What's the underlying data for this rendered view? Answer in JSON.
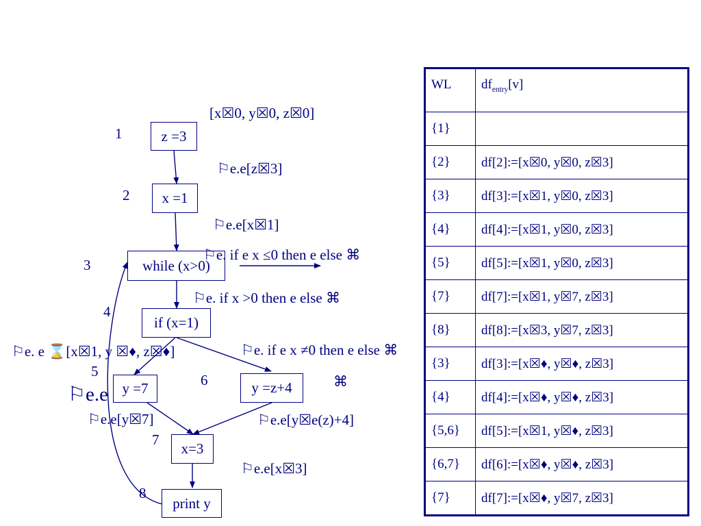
{
  "nodes": {
    "n1": "z =3",
    "n2": "x =1",
    "n3": "while (x>0)",
    "n4": "if (x=1)",
    "n5": "y =7",
    "n6": "y =z+4",
    "n7": "x=3",
    "n8": "print y"
  },
  "node_numbers": [
    "1",
    "2",
    "3",
    "4",
    "5",
    "6",
    "7",
    "8"
  ],
  "annotations": {
    "init": "[x☒0, y☒0, z☒0]",
    "e1": "⚐e.e[z☒3]",
    "e2": "⚐e.e[x☒1]",
    "while_false": "⚐e. if e x ≤0 then e    else ⌘",
    "while_true": "⚐e. if x >0 then e    else ⌘",
    "if_true": "⚐e. e ⌛[x☒1, y ☒♦, z☒♦]",
    "if_false": "⚐e. if e x ≠0 then e    else ⌘",
    "cmd6": "⌘",
    "big_e": "⚐e.e",
    "e5": "⚐e.e[y☒7]",
    "e6": "⚐e.e[y☒e(z)+4]",
    "e7": "⚐e.e[x☒3]"
  },
  "table": {
    "header": {
      "wl": "WL",
      "df_main": "df",
      "df_sub": "entry",
      "df_tail": "[v]"
    },
    "rows": [
      {
        "wl": "{1}",
        "df": ""
      },
      {
        "wl": "{2}",
        "df": "df[2]:=[x☒0, y☒0, z☒3]"
      },
      {
        "wl": "{3}",
        "df": "df[3]:=[x☒1, y☒0, z☒3]"
      },
      {
        "wl": "{4}",
        "df": "df[4]:=[x☒1, y☒0, z☒3]"
      },
      {
        "wl": "{5}",
        "df": "df[5]:=[x☒1, y☒0, z☒3]"
      },
      {
        "wl": "{7}",
        "df": "df[7]:=[x☒1, y☒7, z☒3]"
      },
      {
        "wl": "{8}",
        "df": "df[8]:=[x☒3, y☒7, z☒3]"
      },
      {
        "wl": "{3}",
        "df": "df[3]:=[x☒♦, y☒♦, z☒3]"
      },
      {
        "wl": "{4}",
        "df": "df[4]:=[x☒♦, y☒♦, z☒3]"
      },
      {
        "wl": "{5,6}",
        "df": "df[5]:=[x☒1, y☒♦, z☒3]"
      },
      {
        "wl": "{6,7}",
        "df": "df[6]:=[x☒♦, y☒♦, z☒3]"
      },
      {
        "wl": "{7}",
        "df": "df[7]:=[x☒♦, y☒7, z☒3]"
      }
    ]
  },
  "colors": {
    "ink": "#000080",
    "background": "#ffffff"
  }
}
